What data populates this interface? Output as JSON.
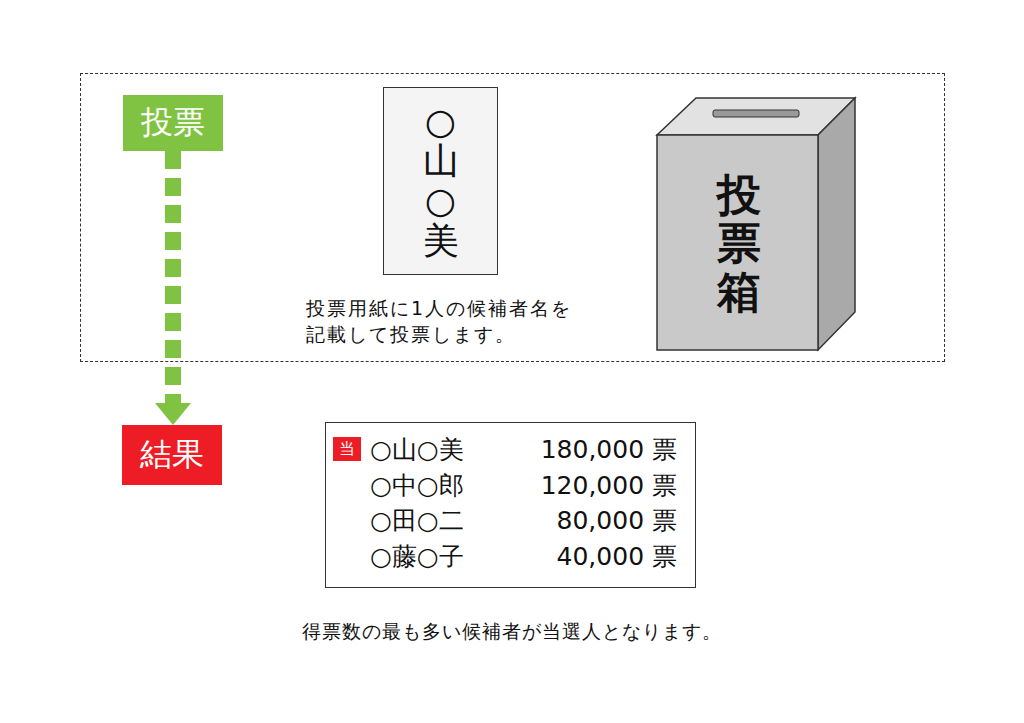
{
  "diagram": {
    "caption": "得票数の最も多い候補者が当選人となります。",
    "nodes": [
      {
        "text": [
          "投票用紙に1人の候補者名を 記載して投票します。"
        ]
      },
      {
        "text": [
          "投票"
        ],
        "in": 0
      },
      {
        "text": [
          "○山○美"
        ],
        "in": 0
      },
      {
        "text": [
          "投票箱"
        ],
        "in": 0
      },
      {
        "text": [
          "結果"
        ]
      },
      {
        "text": [
          "○山○美",
          "180,000 票",
          "○中○郎",
          "120,000 票",
          "○田○二",
          "80,000 票",
          "○藤○子",
          "40,000 票"
        ]
      },
      {
        "text": [
          "当"
        ],
        "in": 5
      }
    ],
    "edges": [
      {
        "from": 1,
        "to": 4,
        "arrow": "to"
      }
    ]
  }
}
